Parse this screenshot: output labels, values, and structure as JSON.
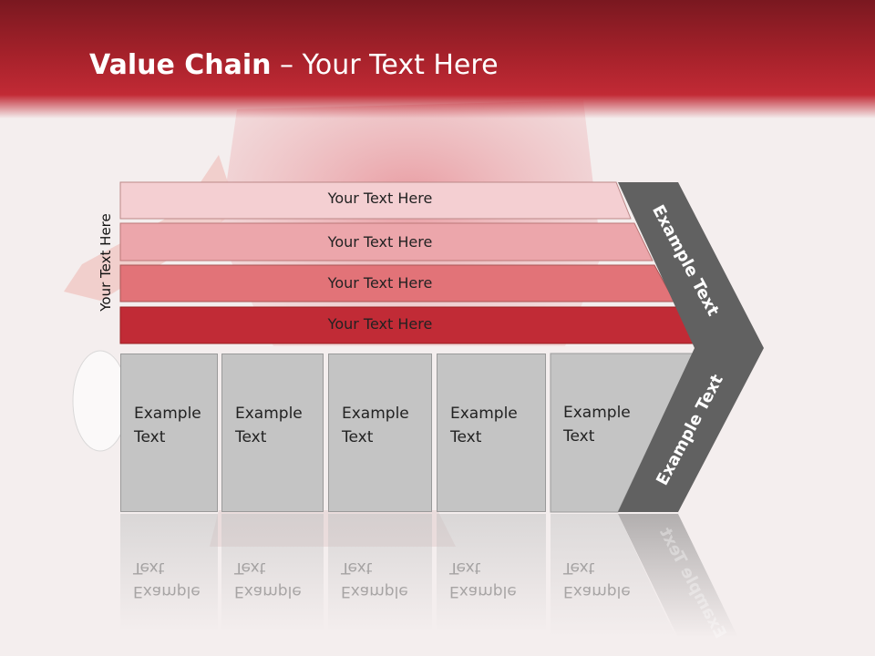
{
  "slide": {
    "title_bold": "Value Chain",
    "title_rest": " – Your Text Here"
  },
  "side_label": "Your Text Here",
  "bands": [
    {
      "label": "Your Text Here",
      "color": "#f4cfd2"
    },
    {
      "label": "Your Text Here",
      "color": "#eca6ab"
    },
    {
      "label": "Your Text Here",
      "color": "#e27378"
    },
    {
      "label": "Your Text Here",
      "color": "#c12b36"
    }
  ],
  "chevron": {
    "upper_label": "Example Text",
    "lower_label": "Example Text",
    "color": "#616161"
  },
  "boxes": [
    {
      "line1": "Example",
      "line2": "Text"
    },
    {
      "line1": "Example",
      "line2": "Text"
    },
    {
      "line1": "Example",
      "line2": "Text"
    },
    {
      "line1": "Example",
      "line2": "Text"
    },
    {
      "line1": "Example",
      "line2": "Text"
    }
  ],
  "colors": {
    "header": "#a4212a",
    "box_fill": "#c4c4c4"
  }
}
